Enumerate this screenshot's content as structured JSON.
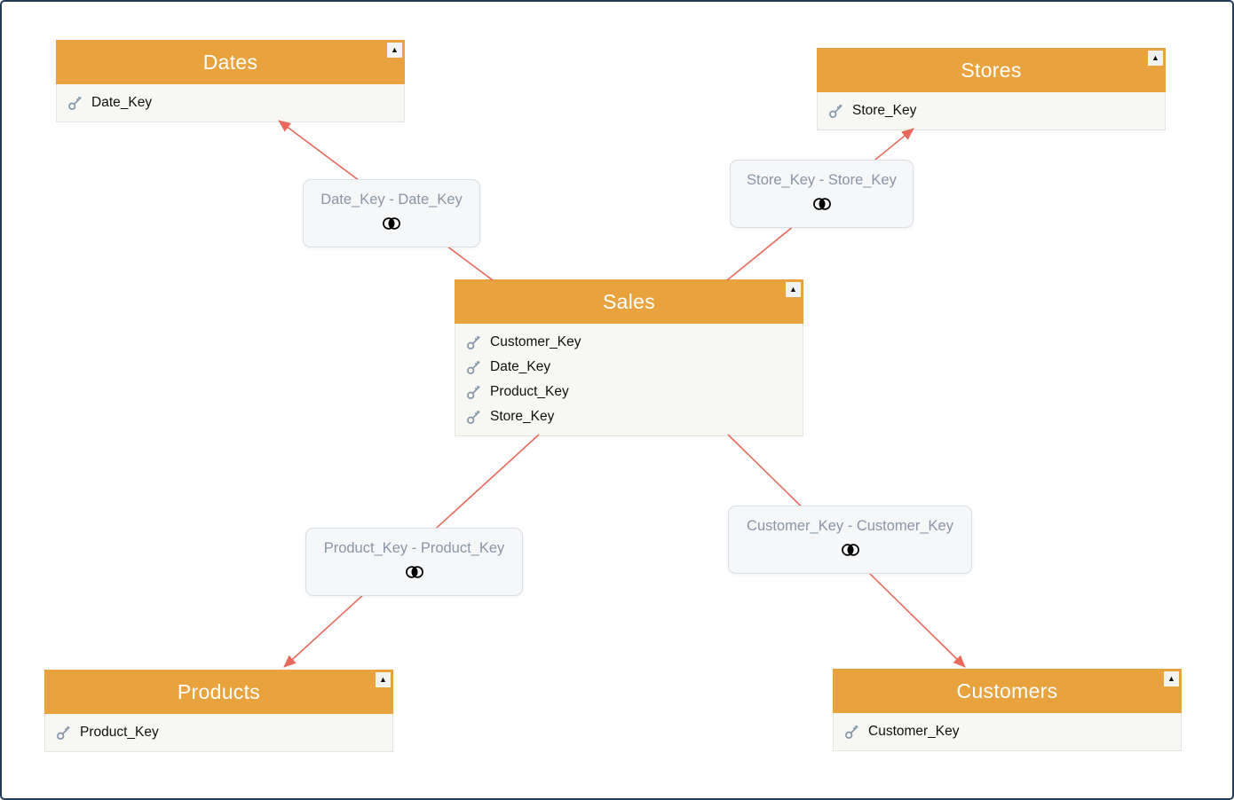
{
  "diagram": {
    "type": "data-model-relationships",
    "collapse_glyph": "▲",
    "join_icon": "inner-join"
  },
  "colors": {
    "table_header": "#e9a33e",
    "table_title_text": "#ffffff",
    "table_body_bg": "#f7f8f4",
    "field_text": "#101010",
    "key_icon": "#8696aa",
    "arrow": "#e8695c",
    "relationship_box_bg": "#f6f7f8",
    "relationship_text": "#8b95a6",
    "canvas_border": "#223c55",
    "canvas_bg": "#ffffff"
  },
  "tables": [
    {
      "title": "Dates",
      "fields": [
        "Date_Key"
      ]
    },
    {
      "title": "Stores",
      "fields": [
        "Store_Key"
      ]
    },
    {
      "title": "Sales",
      "fields": [
        "Customer_Key",
        "Date_Key",
        "Product_Key",
        "Store_Key"
      ]
    },
    {
      "title": "Products",
      "fields": [
        "Product_Key"
      ]
    },
    {
      "title": "Customers",
      "fields": [
        "Customer_Key"
      ]
    }
  ],
  "relationships": [
    {
      "label": "Date_Key - Date_Key",
      "from": "Sales",
      "to": "Dates"
    },
    {
      "label": "Store_Key - Store_Key",
      "from": "Sales",
      "to": "Stores"
    },
    {
      "label": "Product_Key - Product_Key",
      "from": "Sales",
      "to": "Products"
    },
    {
      "label": "Customer_Key - Customer_Key",
      "from": "Sales",
      "to": "Customers"
    }
  ]
}
